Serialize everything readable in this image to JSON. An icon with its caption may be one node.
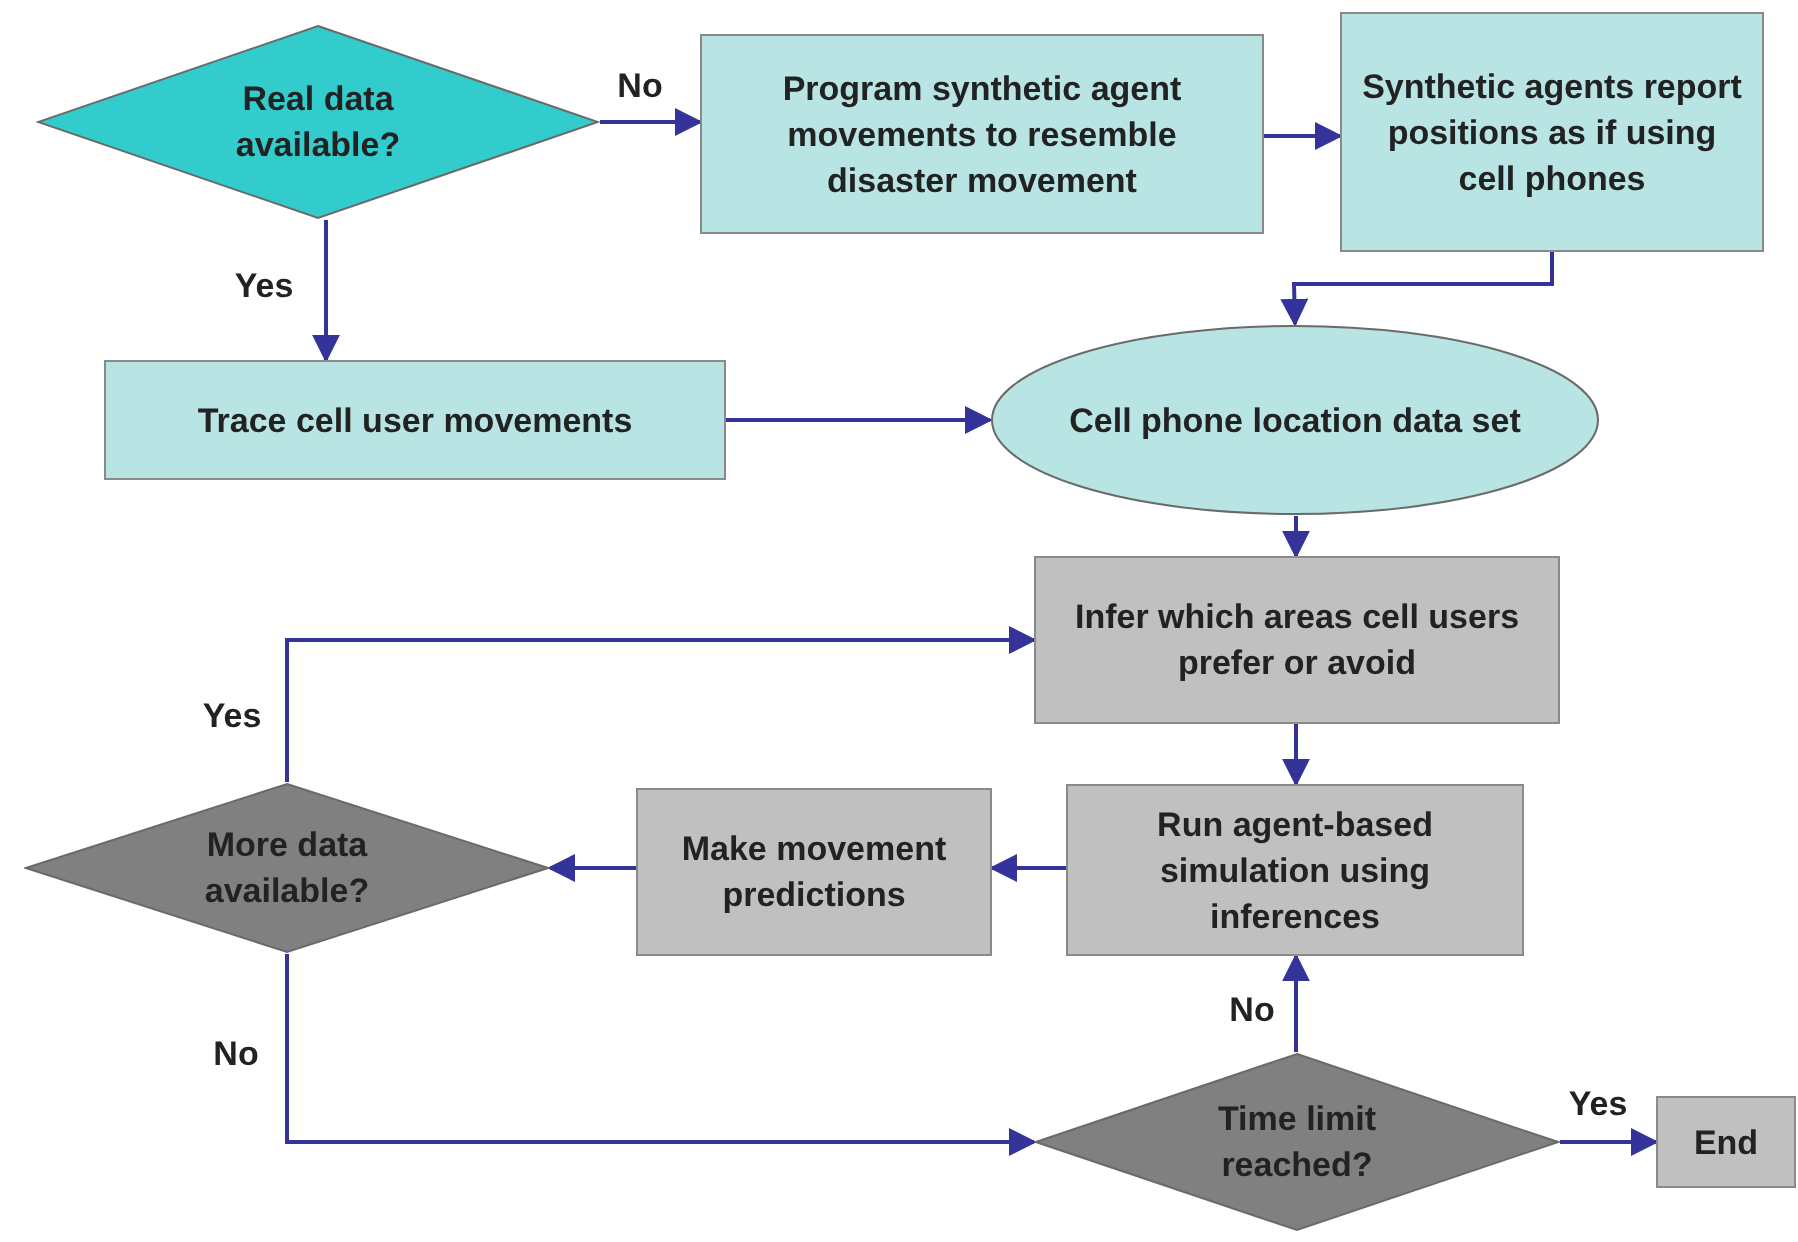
{
  "diagram": {
    "nodes": [
      {
        "text": [
          "Real data available?"
        ]
      },
      {
        "text": [
          "Program synthetic agent movements to resemble disaster movement"
        ]
      },
      {
        "text": [
          "Synthetic agents report positions as if using cell phones"
        ]
      },
      {
        "text": [
          "Trace cell user movements"
        ]
      },
      {
        "text": [
          "Cell phone location data set"
        ]
      },
      {
        "text": [
          "Infer which areas cell users prefer or avoid"
        ]
      },
      {
        "text": [
          "More data available?"
        ]
      },
      {
        "text": [
          "Make movement predictions"
        ]
      },
      {
        "text": [
          "Run agent-based simulation using inferences"
        ]
      },
      {
        "text": [
          "Time limit reached?"
        ]
      },
      {
        "text": [
          "End"
        ]
      }
    ],
    "edges": [
      {
        "from": 0,
        "to": 1,
        "arrow": "to",
        "label": "No"
      },
      {
        "from": 1,
        "to": 2,
        "arrow": "to"
      },
      {
        "from": 0,
        "to": 3,
        "arrow": "to",
        "label": "Yes"
      },
      {
        "from": 2,
        "to": 4,
        "arrow": "to"
      },
      {
        "from": 3,
        "to": 4,
        "arrow": "to"
      },
      {
        "from": 4,
        "to": 5,
        "arrow": "to"
      },
      {
        "from": 5,
        "to": 8,
        "arrow": "to"
      },
      {
        "from": 8,
        "to": 7,
        "arrow": "to"
      },
      {
        "from": 7,
        "to": 6,
        "arrow": "to"
      },
      {
        "from": 6,
        "to": 5,
        "arrow": "to",
        "label": "Yes"
      },
      {
        "from": 6,
        "to": 9,
        "arrow": "to",
        "label": "No"
      },
      {
        "from": 9,
        "to": 8,
        "arrow": "to",
        "label": "No"
      },
      {
        "from": 9,
        "to": 10,
        "arrow": "to",
        "label": "Yes"
      }
    ]
  }
}
